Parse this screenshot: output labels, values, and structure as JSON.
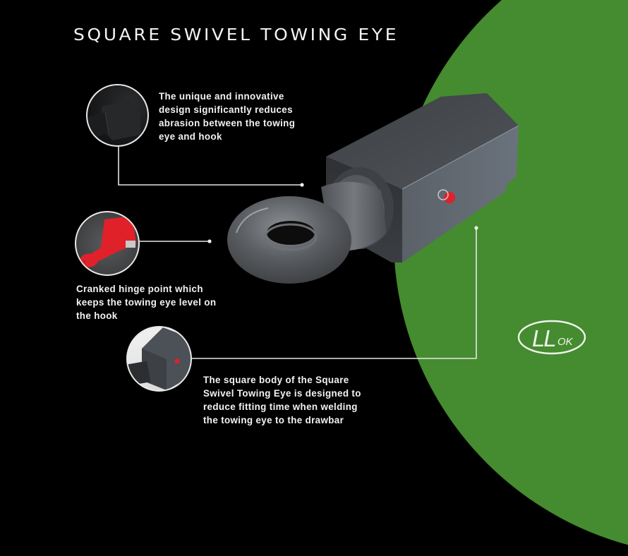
{
  "title": "SQUARE SWIVEL TOWING EYE",
  "colors": {
    "background": "#000000",
    "accent_green": "#458b2f",
    "text": "#f2f2f2",
    "line": "#e6e6e6",
    "product_gray": "#4a4e53",
    "pin_red": "#e0212a"
  },
  "callouts": [
    {
      "id": "abrasion",
      "text": "The unique and innovative design significantly reduces abrasion between the towing eye and hook",
      "lines": [
        "The unique and innovative",
        "design significantly reduces",
        "abrasion between the towing",
        "eye and hook"
      ],
      "thumbnail": "square-body-closeup"
    },
    {
      "id": "hinge",
      "text": "Cranked hinge point which keeps the towing eye level on the hook",
      "lines": [
        "Cranked hinge point which",
        "keeps the towing eye level on",
        "the hook"
      ],
      "thumbnail": "red-hinge-closeup"
    },
    {
      "id": "square-body",
      "text": "The square body of the Square Swivel Towing Eye is designed to reduce fitting time when welding the towing eye to the drawbar",
      "lines": [
        "The square body of the Square",
        "Swivel Towing Eye is designed to",
        "reduce fitting time when welding",
        "the towing eye to the drawbar"
      ],
      "thumbnail": "square-body-pin-closeup"
    }
  ],
  "logo": {
    "text_main": "LL",
    "text_small": "OK",
    "alt": "LLOK logo"
  }
}
